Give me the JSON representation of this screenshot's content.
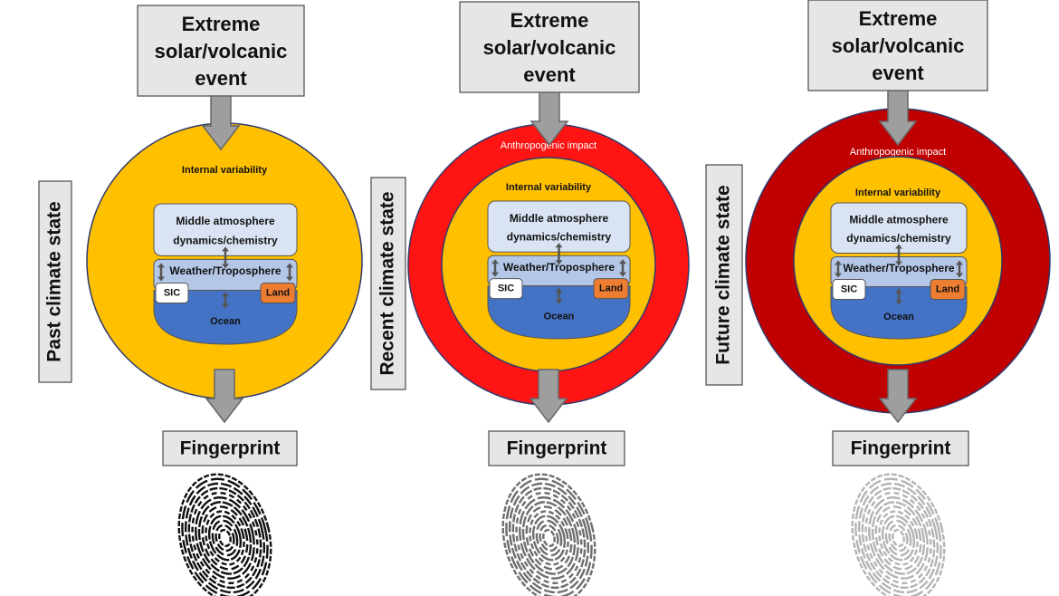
{
  "colors": {
    "box_fill": "#e6e6e6",
    "box_stroke": "#4a4a4a",
    "arrow": "#9e9e9e",
    "arrow_stroke": "#666666",
    "internal": "#ffc000",
    "anthro_recent": "#ff1414",
    "anthro_future": "#c00000",
    "middle_atmos": "#dae3f3",
    "troposphere": "#b4c7e7",
    "ocean": "#4472c4",
    "sic": "#ffffff",
    "land": "#ed7d31"
  },
  "panels": [
    {
      "name": "past",
      "state_label": "Past climate state",
      "event_lines": [
        "Extreme",
        "solar/volcanic",
        "event"
      ],
      "internal_label": "Internal variability",
      "anthropogenic_label": "",
      "middle_label_lines": [
        "Middle atmosphere",
        "dynamics/chemistry"
      ],
      "weather_label": "Weather/Troposphere",
      "sic_label": "SIC",
      "land_label": "Land",
      "ocean_label": "Ocean",
      "fingerprint_label": "Fingerprint",
      "fingerprint_shade": "#111111"
    },
    {
      "name": "recent",
      "state_label": "Recent climate state",
      "event_lines": [
        "Extreme",
        "solar/volcanic",
        "event"
      ],
      "internal_label": "Internal variability",
      "anthropogenic_label": "Anthropogenic impact",
      "middle_label_lines": [
        "Middle atmosphere",
        "dynamics/chemistry"
      ],
      "weather_label": "Weather/Troposphere",
      "sic_label": "SIC",
      "land_label": "Land",
      "ocean_label": "Ocean",
      "fingerprint_label": "Fingerprint",
      "fingerprint_shade": "#6e6e6e"
    },
    {
      "name": "future",
      "state_label": "Future climate state",
      "event_lines": [
        "Extreme",
        "solar/volcanic",
        "event"
      ],
      "internal_label": "Internal variability",
      "anthropogenic_label": "Anthropogenic impact",
      "middle_label_lines": [
        "Middle atmosphere",
        "dynamics/chemistry"
      ],
      "weather_label": "Weather/Troposphere",
      "sic_label": "SIC",
      "land_label": "Land",
      "ocean_label": "Ocean",
      "fingerprint_label": "Fingerprint",
      "fingerprint_shade": "#b4b4b4"
    }
  ]
}
